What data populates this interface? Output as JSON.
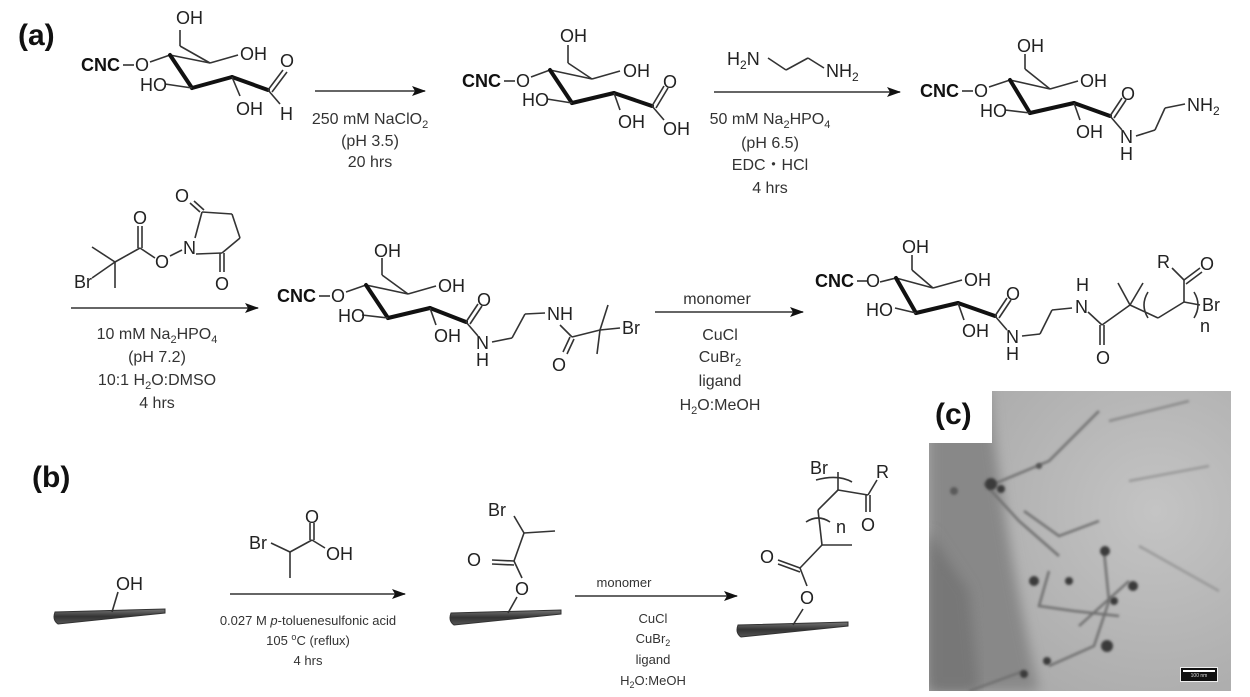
{
  "panels": {
    "a": {
      "label": "(a)"
    },
    "b": {
      "label": "(b)"
    },
    "c": {
      "label": "(c)",
      "image_type": "TEM micrograph",
      "scale_bar": "100 nm"
    }
  },
  "atoms": {
    "cnc": "CNC",
    "O": "O",
    "OH": "OH",
    "HO": "HO",
    "H": "H",
    "N": "N",
    "NH": "NH",
    "NH2_sub": "2",
    "H2N": "H",
    "Br": "Br",
    "R": "R",
    "n": "n"
  },
  "scheme_a": {
    "step1": {
      "conditions": [
        "250 mM NaClO2",
        "(pH 3.5)",
        "20 hrs"
      ],
      "reagent_formula_main": "250 mM NaClO",
      "reagent_formula_sub": "2"
    },
    "step2": {
      "reagent": "ethylenediamine",
      "conditions": [
        "50 mM Na2HPO4",
        "(pH 6.5)",
        "EDC·HCl",
        "4 hrs"
      ],
      "line1_a": "50 mM Na",
      "line1_sub1": "2",
      "line1_b": "HPO",
      "line1_sub2": "4",
      "line2": "(pH 6.5)",
      "line3": "EDC・HCl",
      "line4": "4 hrs"
    },
    "step3": {
      "reagent": "NHS ester of 2-bromoisobutyric acid",
      "conditions": [
        "10 mM Na2HPO4",
        "(pH 7.2)",
        "10:1 H2O:DMSO",
        "4 hrs"
      ],
      "line1_a": "10 mM Na",
      "line1_sub1": "2",
      "line1_b": "HPO",
      "line1_sub2": "4",
      "line2": "(pH 7.2)",
      "line3_a": "10:1 H",
      "line3_sub": "2",
      "line3_b": "O:DMSO",
      "line4": "4 hrs"
    },
    "step4": {
      "conditions": [
        "monomer",
        "CuCl",
        "CuBr2",
        "ligand",
        "H2O:MeOH"
      ],
      "above": "monomer",
      "line1": "CuCl",
      "line2_a": "CuBr",
      "line2_sub": "2",
      "line3": "ligand",
      "line4_a": "H",
      "line4_sub": "2",
      "line4_b": "O:MeOH"
    }
  },
  "scheme_b": {
    "step1": {
      "reagent": "2-bromopropionic acid",
      "conditions": [
        "0.027 M p-toluenesulfonic acid",
        "105 °C (reflux)",
        "4 hrs"
      ],
      "line1_a": "0.027 M ",
      "line1_i": "p",
      "line1_b": "-toluenesulfonic acid",
      "line2_a": "105 ",
      "line2_sup": "o",
      "line2_b": "C (reflux)",
      "line3": "4 hrs"
    },
    "step2": {
      "conditions": [
        "monomer",
        "CuCl",
        "CuBr2",
        "ligand",
        "H2O:MeOH"
      ],
      "above": "monomer",
      "line1": "CuCl",
      "line2_a": "CuBr",
      "line2_sub": "2",
      "line3": "ligand",
      "line4_a": "H",
      "line4_sub": "2",
      "line4_b": "O:MeOH"
    }
  }
}
